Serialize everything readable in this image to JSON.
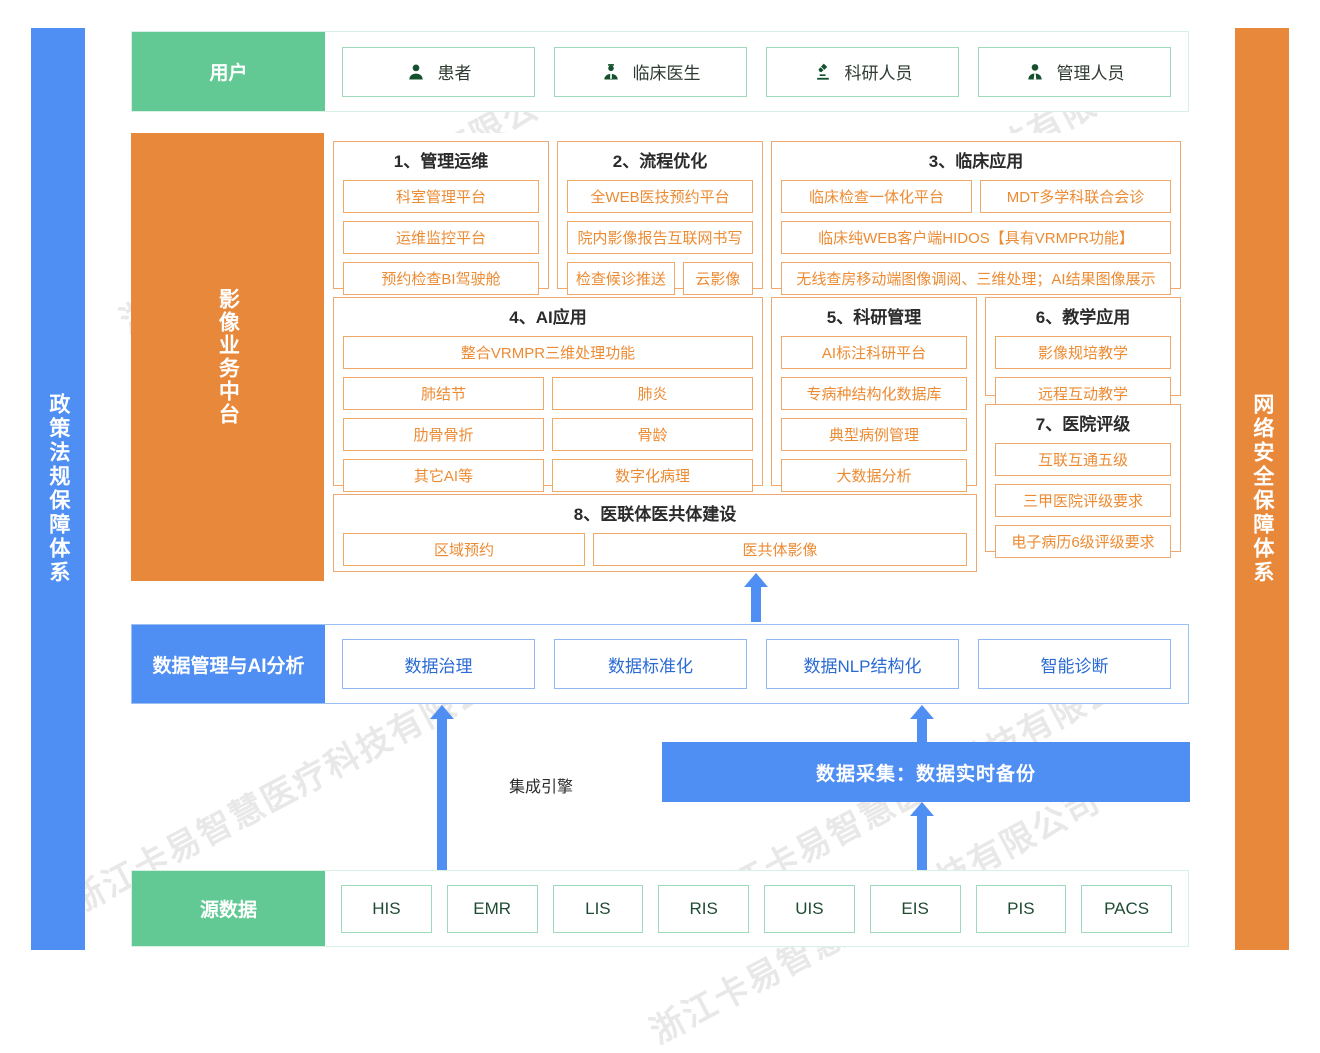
{
  "pillars": {
    "left": {
      "label": "政策法规保障体系",
      "color": "#4f8ef2"
    },
    "right": {
      "label": "网络安全保障体系",
      "color": "#e8883a"
    }
  },
  "watermark": "浙江卡易智慧医疗科技有限公司",
  "user_row": {
    "label": "用户",
    "color": "#62c995",
    "items": [
      {
        "label": "患者",
        "icon": "person-icon"
      },
      {
        "label": "临床医生",
        "icon": "doctor-icon"
      },
      {
        "label": "科研人员",
        "icon": "microscope-icon"
      },
      {
        "label": "管理人员",
        "icon": "manager-icon"
      }
    ]
  },
  "middle": {
    "label": "影像业务中台",
    "color": "#e8883a",
    "groups": [
      {
        "title": "1、管理运维",
        "rows": [
          [
            "科室管理平台"
          ],
          [
            "运维监控平台"
          ],
          [
            "预约检查BI驾驶舱"
          ]
        ]
      },
      {
        "title": "2、流程优化",
        "rows": [
          [
            "全WEB医技预约平台"
          ],
          [
            "院内影像报告互联网书写"
          ],
          [
            "检查候诊推送",
            "云影像"
          ]
        ]
      },
      {
        "title": "3、临床应用",
        "rows": [
          [
            "临床检查一体化平台",
            "MDT多学科联合会诊"
          ],
          [
            "临床纯WEB客户端HIDOS【具有VRMPR功能】"
          ],
          [
            "无线查房移动端图像调阅、三维处理；AI结果图像展示"
          ]
        ]
      },
      {
        "title": "4、AI应用",
        "rows": [
          [
            "整合VRMPR三维处理功能"
          ],
          [
            "肺结节",
            "肺炎"
          ],
          [
            "肋骨骨折",
            "骨龄"
          ],
          [
            "其它AI等",
            "数字化病理"
          ]
        ]
      },
      {
        "title": "5、科研管理",
        "rows": [
          [
            "AI标注科研平台"
          ],
          [
            "专病种结构化数据库"
          ],
          [
            "典型病例管理"
          ],
          [
            "大数据分析"
          ]
        ]
      },
      {
        "title": "6、教学应用",
        "rows": [
          [
            "影像规培教学"
          ],
          [
            "远程互动教学"
          ]
        ]
      },
      {
        "title": "7、医院评级",
        "rows": [
          [
            "互联互通五级"
          ],
          [
            "三甲医院评级要求"
          ],
          [
            "电子病历6级评级要求"
          ]
        ]
      },
      {
        "title": "8、医联体医共体建设",
        "rows": [
          [
            "区域预约",
            "医共体影像"
          ]
        ]
      }
    ]
  },
  "data_row": {
    "label": "数据管理与AI分析",
    "color": "#4f8ef2",
    "items": [
      "数据治理",
      "数据标准化",
      "数据NLP结构化",
      "智能诊断"
    ]
  },
  "gap": {
    "engine_label": "集成引擎",
    "collect_label": "数据采集：数据实时备份",
    "arrow_color": "#4f8ef2"
  },
  "source_row": {
    "label": "源数据",
    "color": "#62c995",
    "items": [
      "HIS",
      "EMR",
      "LIS",
      "RIS",
      "UIS",
      "EIS",
      "PIS",
      "PACS"
    ]
  }
}
